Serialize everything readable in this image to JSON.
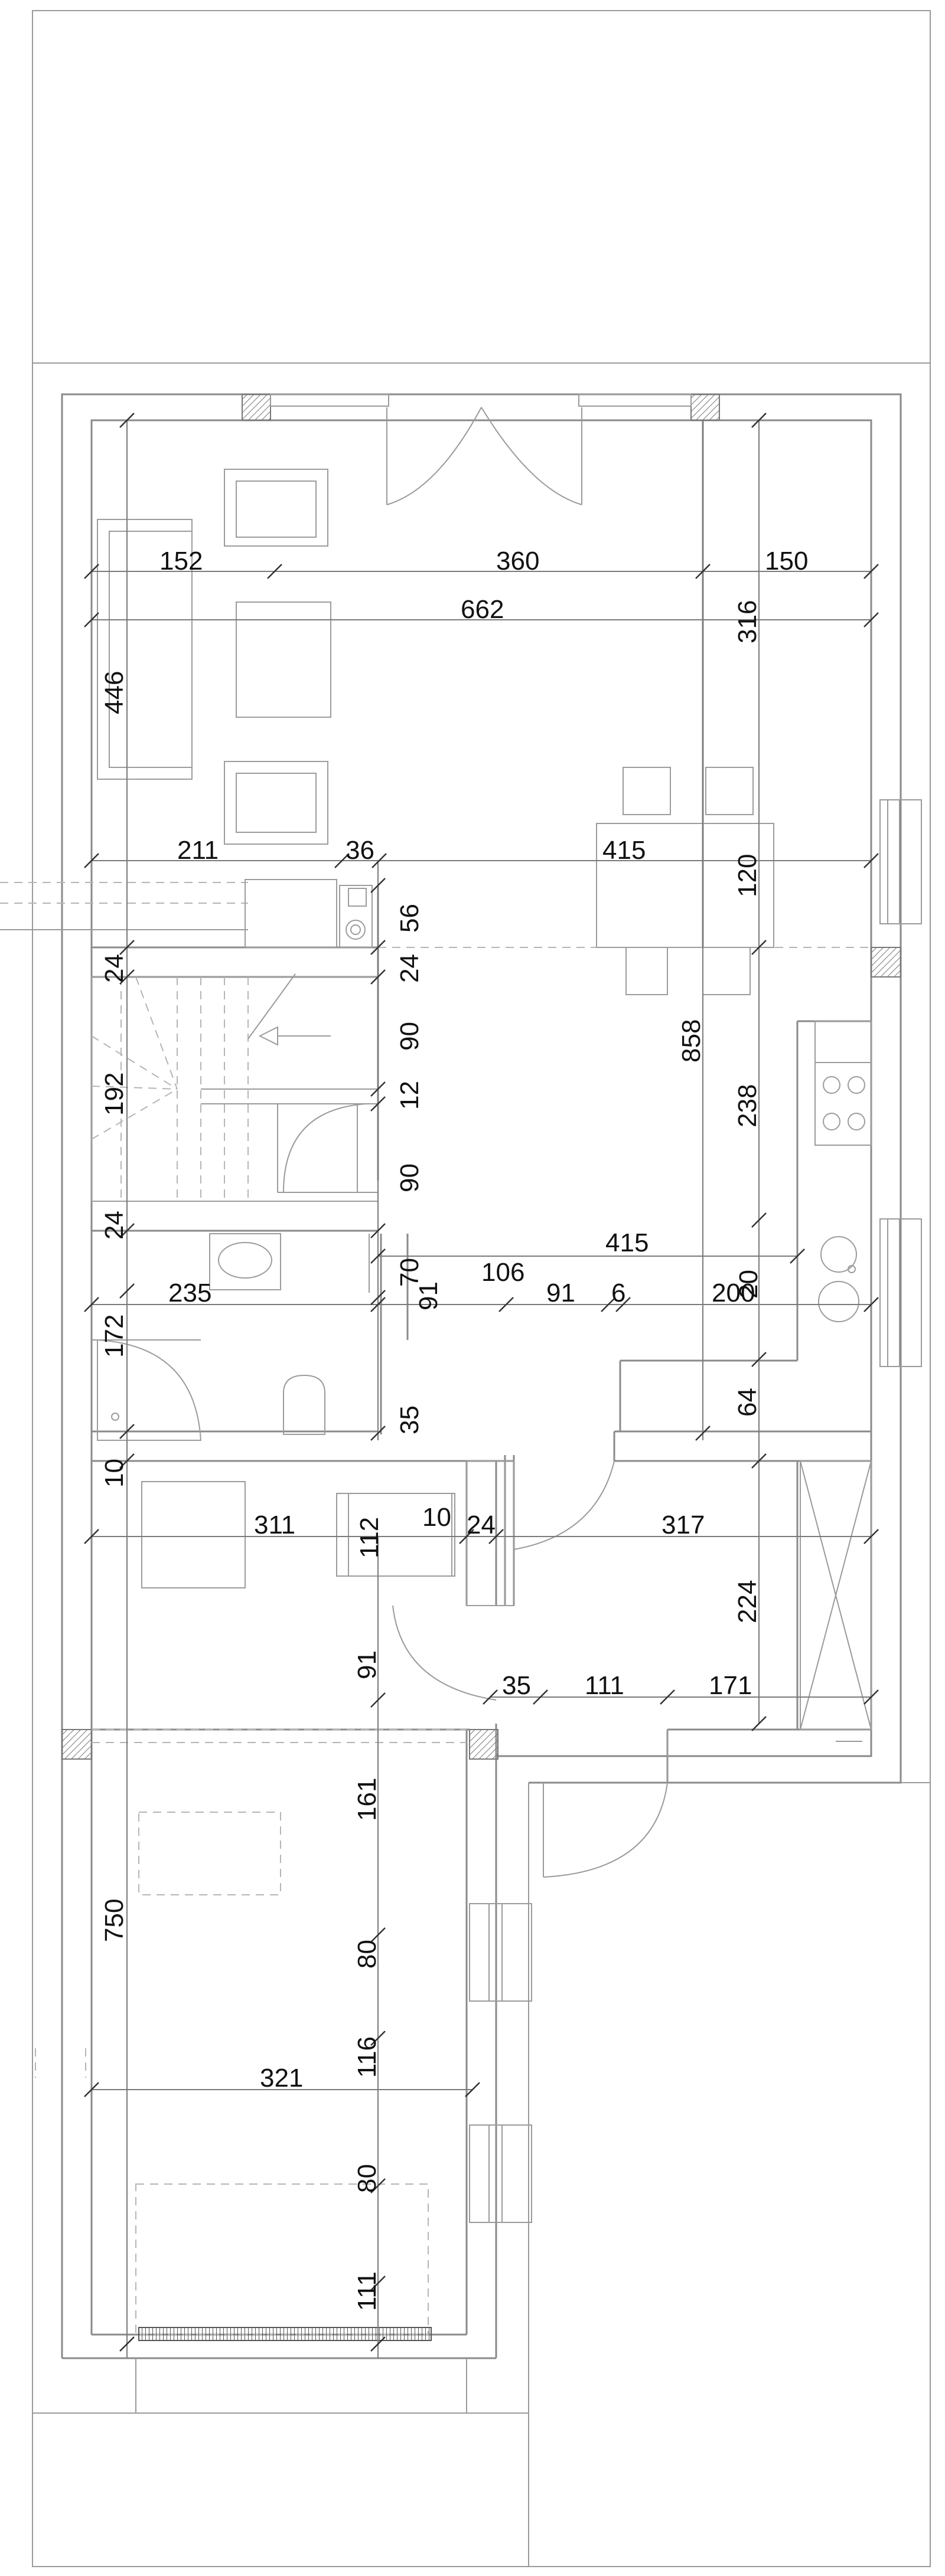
{
  "colors": {
    "background": "#ffffff",
    "line": "#9a9a9a",
    "text": "#111111"
  },
  "dimensions": {
    "living_left": "152",
    "living_center": "360",
    "living_right": "150",
    "living_total": "662",
    "living_height_left": "446",
    "living_height_right": "316",
    "upper_left": "211",
    "chimney": "36",
    "dining": "415",
    "dining_height": "120",
    "vent_height": "56",
    "wall_left": "24",
    "wall_mid": "24",
    "stair_height": "192",
    "stair_flight_upper": "90",
    "stair_landing": "12",
    "stair_flight_lower": "90",
    "total_height_right": "858",
    "kitchen_height": "238",
    "wall_lower_left": "24",
    "hall_door_height": "70",
    "hall_width": "415",
    "bath_width": "235",
    "door_91": "91",
    "hall_106": "106",
    "hall_91": "91",
    "hall_6": "6",
    "kitchen_width": "200",
    "kitchen_20": "20",
    "bath_height": "172",
    "bath_35": "35",
    "kitchen_64": "64",
    "wall_10_left": "10",
    "room_width": "311",
    "room_112": "112",
    "wall_10": "10",
    "wall_24": "24",
    "garage_width": "317",
    "garage_height": "224",
    "door_91_lower": "91",
    "wall_35": "35",
    "corridor_111": "111",
    "corridor_171": "171",
    "terrace_height": "750",
    "side_161": "161",
    "window_80_upper": "80",
    "side_116": "116",
    "terrace_width": "321",
    "window_80_lower": "80",
    "side_111": "111"
  }
}
